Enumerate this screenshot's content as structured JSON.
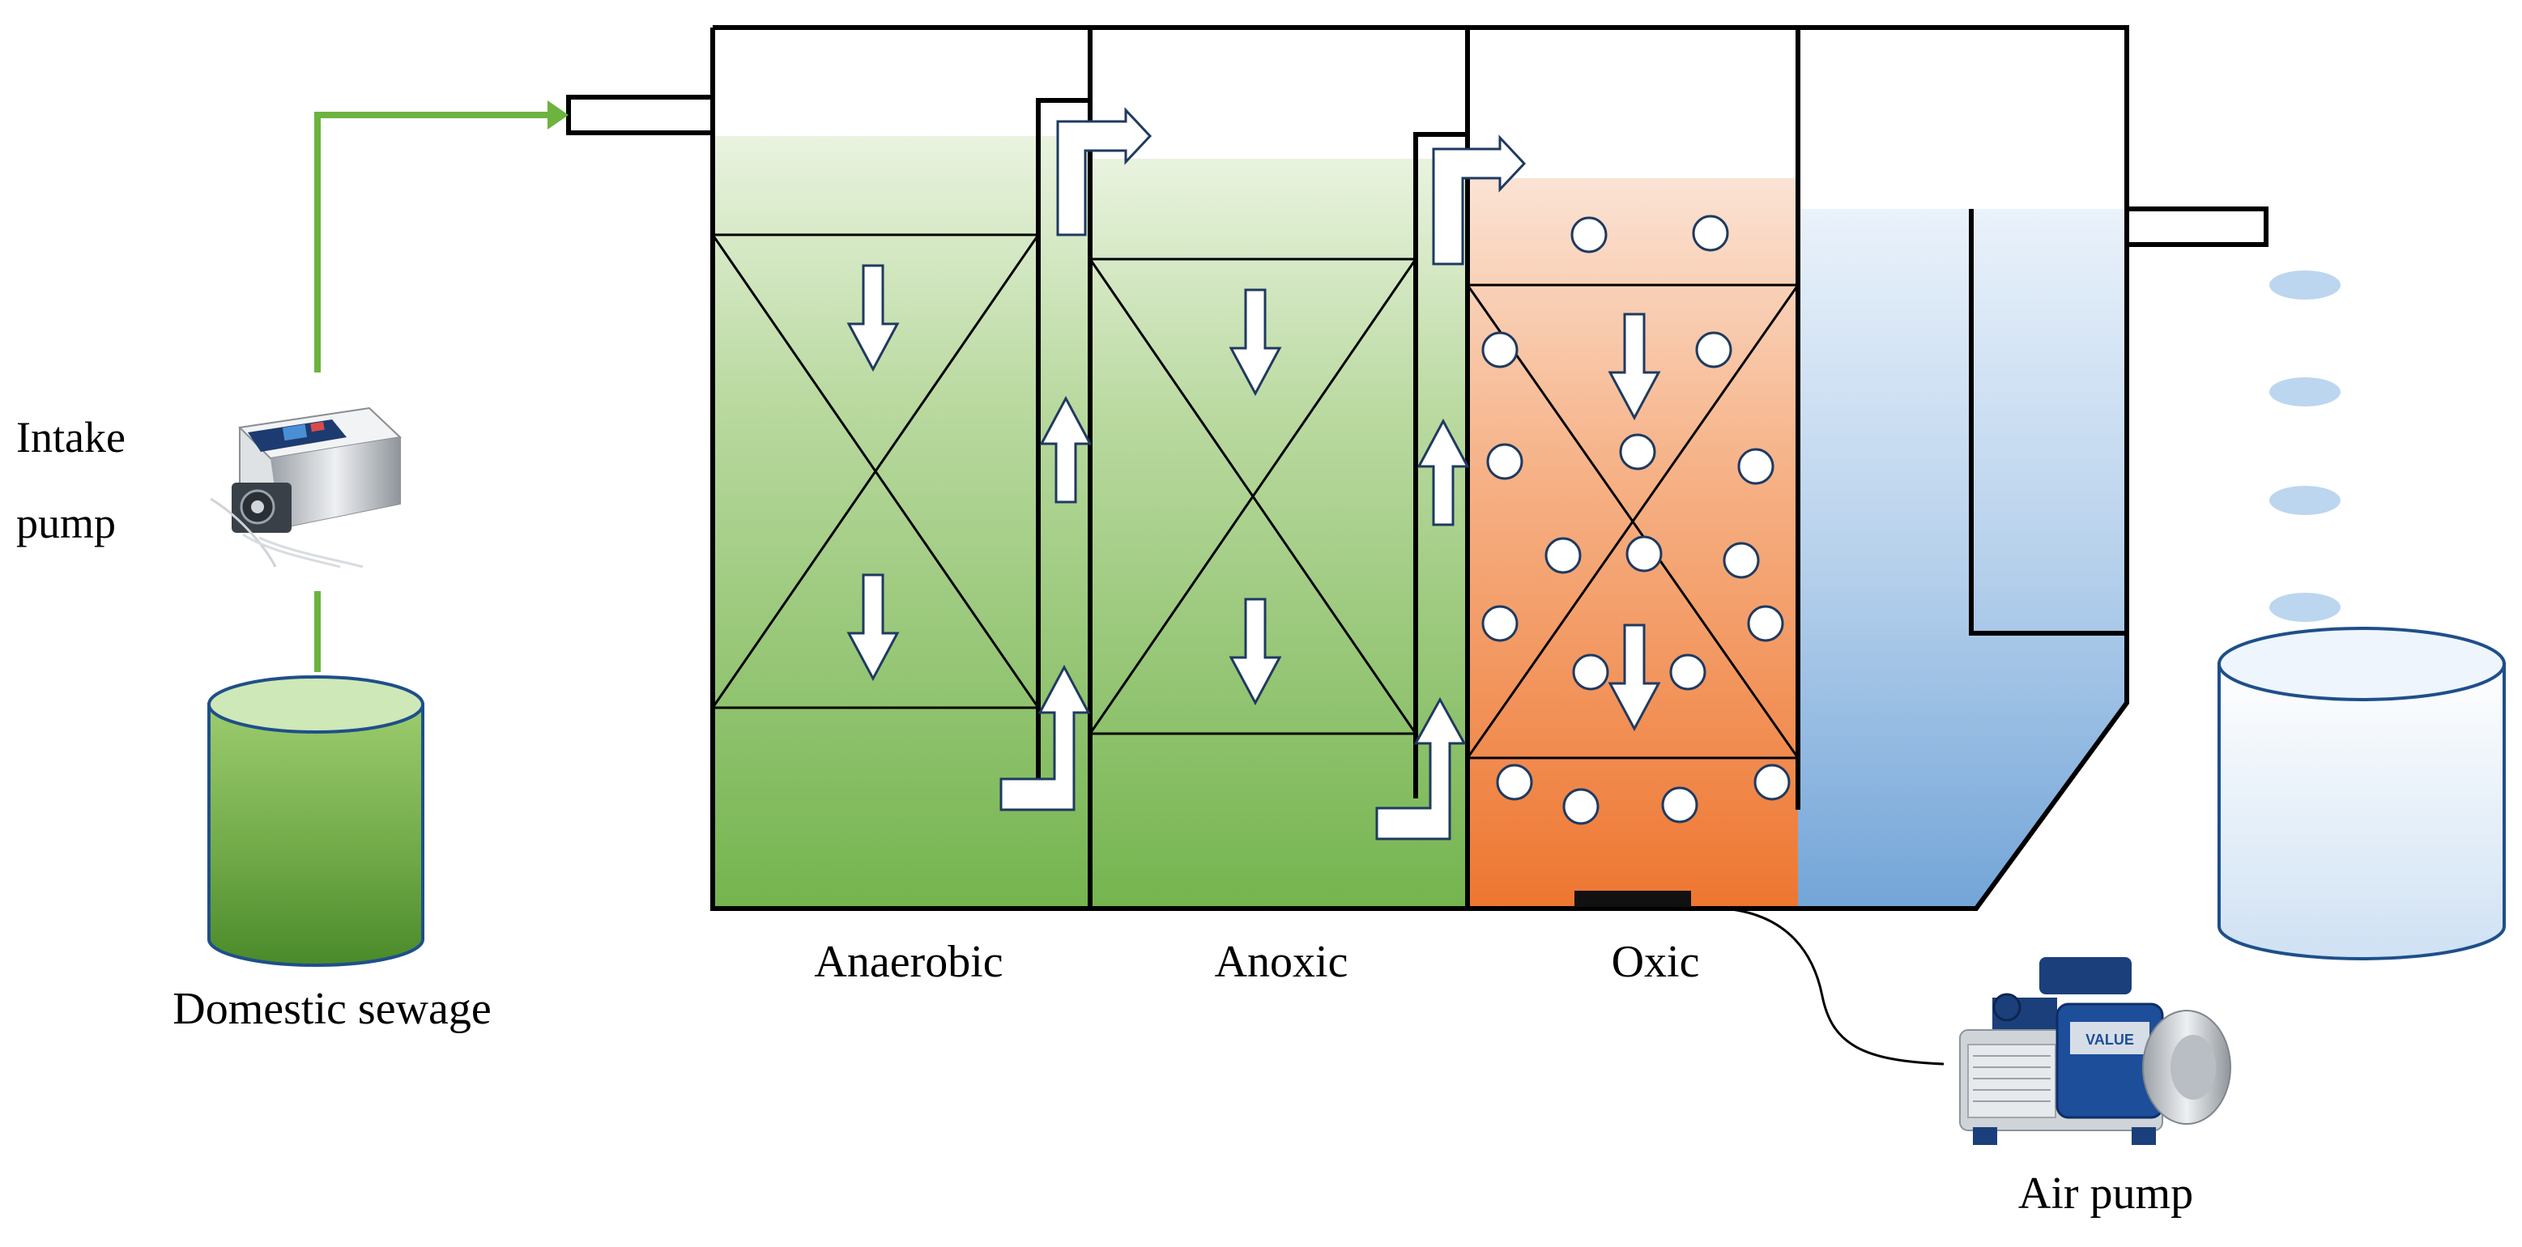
{
  "labels": {
    "intake_pump_line1": "Intake",
    "intake_pump_line2": "pump",
    "domestic_sewage": "Domestic sewage",
    "anaerobic": "Anaerobic",
    "anoxic": "Anoxic",
    "oxic": "Oxic",
    "air_pump": "Air pump",
    "pump_brand": "VALUE"
  },
  "colors": {
    "anaerobic_fill": "#7db85a",
    "anoxic_fill": "#7db85a",
    "oxic_fill": "#ef7a32",
    "settling_fill": "#7aa9d8",
    "feed_line": "#6db33f",
    "outline": "#000000"
  },
  "icons": [
    "peristaltic-pump-icon",
    "sewage-tank-icon",
    "effluent-tank-icon",
    "air-pump-icon",
    "flow-arrow-icon",
    "aeration-bubble-icon",
    "aerator-plate-icon"
  ]
}
